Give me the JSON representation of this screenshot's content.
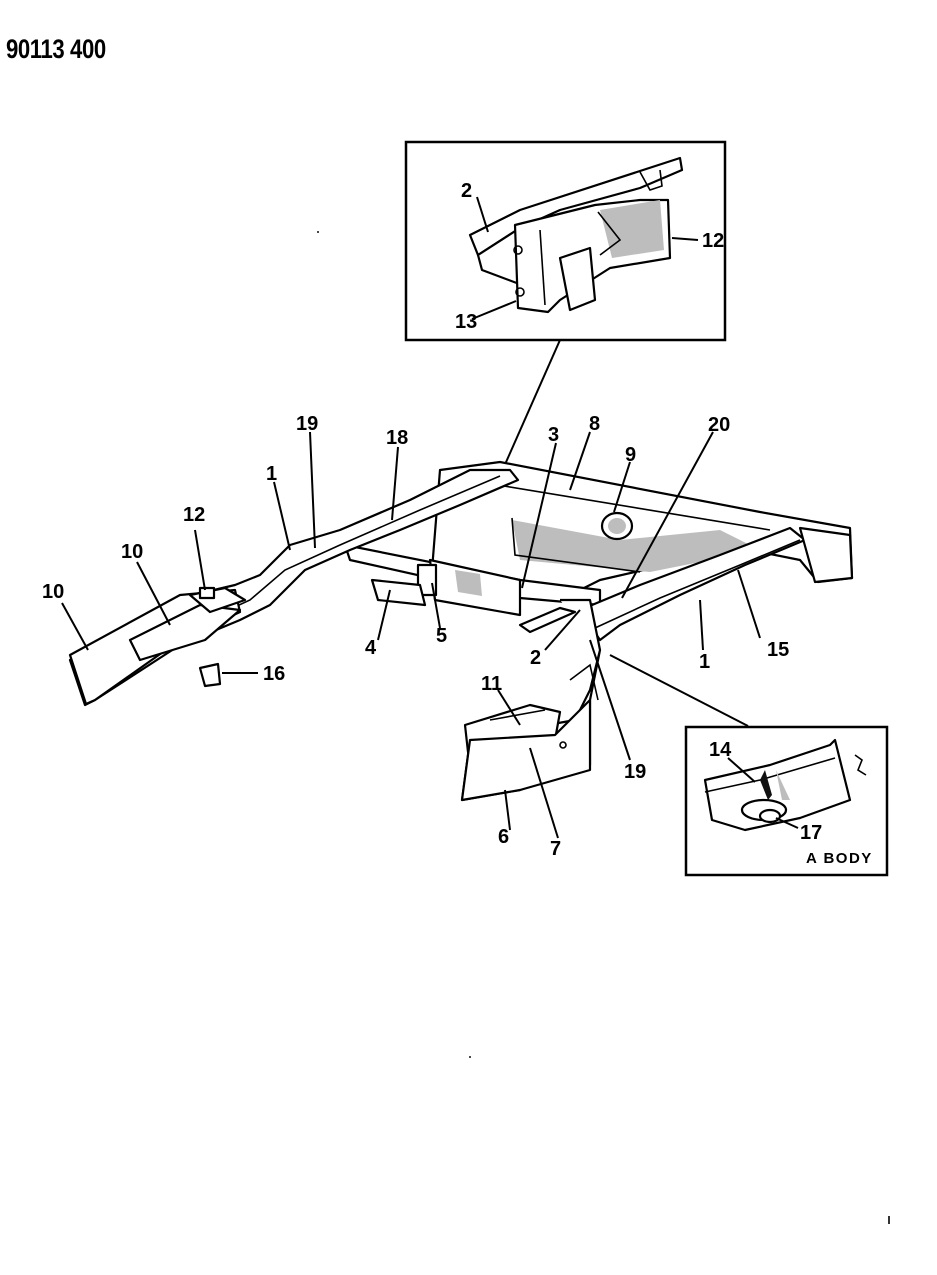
{
  "diagram": {
    "id": "90113 400",
    "inset_bottom_caption": "A BODY",
    "callouts": [
      {
        "key": "c1a",
        "label": "1"
      },
      {
        "key": "c1b",
        "label": "1"
      },
      {
        "key": "c2a",
        "label": "2"
      },
      {
        "key": "c2b",
        "label": "2"
      },
      {
        "key": "c3",
        "label": "3"
      },
      {
        "key": "c4",
        "label": "4"
      },
      {
        "key": "c5",
        "label": "5"
      },
      {
        "key": "c6",
        "label": "6"
      },
      {
        "key": "c7",
        "label": "7"
      },
      {
        "key": "c8",
        "label": "8"
      },
      {
        "key": "c9",
        "label": "9"
      },
      {
        "key": "c10a",
        "label": "10"
      },
      {
        "key": "c10b",
        "label": "10"
      },
      {
        "key": "c11",
        "label": "11"
      },
      {
        "key": "c12a",
        "label": "12"
      },
      {
        "key": "c12b",
        "label": "12"
      },
      {
        "key": "c13",
        "label": "13"
      },
      {
        "key": "c14",
        "label": "14"
      },
      {
        "key": "c15",
        "label": "15"
      },
      {
        "key": "c16",
        "label": "16"
      },
      {
        "key": "c17",
        "label": "17"
      },
      {
        "key": "c18",
        "label": "18"
      },
      {
        "key": "c19a",
        "label": "19"
      },
      {
        "key": "c19b",
        "label": "19"
      },
      {
        "key": "c20",
        "label": "20"
      }
    ]
  }
}
